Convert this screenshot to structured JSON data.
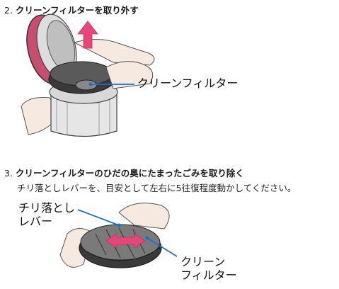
{
  "step2": {
    "number": "2.",
    "title": "クリーンフィルターを取り外す",
    "callout": "クリーンフィルター"
  },
  "step3": {
    "number": "3.",
    "title": "クリーンフィルターのひだの奥にたまったごみを取り除く",
    "description": "チリ落としレバーを、目安として左右に5往復程度動かしてください。",
    "callout_lever_line1": "チリ落とし",
    "callout_lever_line2": "レバー",
    "callout_filter_line1": "クリーン",
    "callout_filter_line2": "フィルター"
  },
  "colors": {
    "accent_pink": "#e8457a",
    "lid_pink": "#c94d6e",
    "callout_blue": "#1a73c9"
  }
}
